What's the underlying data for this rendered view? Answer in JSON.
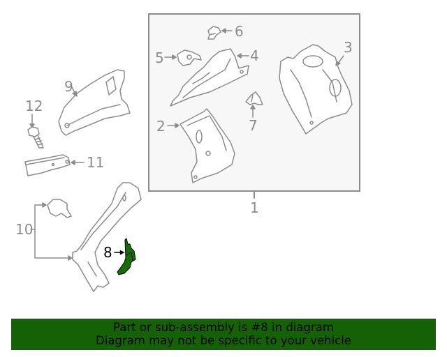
{
  "diagram": {
    "highlighted_part": "8",
    "colors": {
      "line": "#8c8c8c",
      "highlight_fill": "#1a6b0a",
      "highlight_stroke": "#000000",
      "banner_bg": "#156106",
      "box_fill": "#f7f7f7"
    },
    "callouts": [
      {
        "id": "1",
        "label": "1"
      },
      {
        "id": "2",
        "label": "2"
      },
      {
        "id": "3",
        "label": "3"
      },
      {
        "id": "4",
        "label": "4"
      },
      {
        "id": "5",
        "label": "5"
      },
      {
        "id": "6",
        "label": "6"
      },
      {
        "id": "7",
        "label": "7"
      },
      {
        "id": "8",
        "label": "8"
      },
      {
        "id": "9",
        "label": "9"
      },
      {
        "id": "10",
        "label": "10"
      },
      {
        "id": "11",
        "label": "11"
      },
      {
        "id": "12",
        "label": "12"
      }
    ]
  },
  "banner": {
    "line1": "Part or sub-assembly is #8 in diagram",
    "line2": "Diagram may not be specific to your vehicle"
  }
}
